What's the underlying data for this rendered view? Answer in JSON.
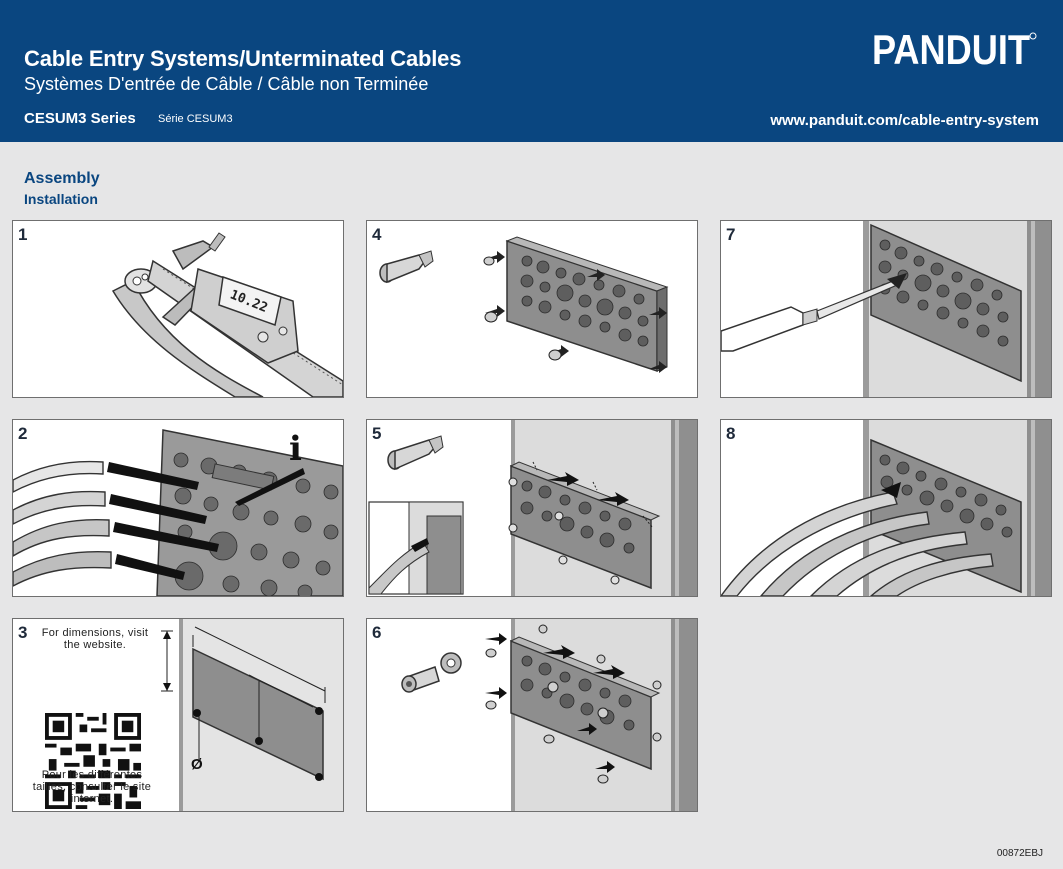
{
  "header": {
    "title_en": "Cable Entry Systems/Unterminated Cables",
    "title_fr": "Systèmes D'entrée de Câble / Câble non Terminée",
    "series_en": "CESUM3 Series",
    "series_fr": "Série CESUM3",
    "website": "www.panduit.com/cable-entry-system",
    "logo_text": "PANDUIT"
  },
  "section": {
    "title_en": "Assembly",
    "title_fr": "Installation"
  },
  "steps": [
    {
      "number": "1",
      "caliper_reading": "10.22"
    },
    {
      "number": "2",
      "info_icon": "i"
    },
    {
      "number": "3",
      "note_en": "For dimensions, visit the website.",
      "note_fr": "Pour les différentes tailles, consulter le site internet.",
      "diameter_symbol": "Ø"
    },
    {
      "number": "4"
    },
    {
      "number": "5"
    },
    {
      "number": "6"
    },
    {
      "number": "7"
    },
    {
      "number": "8"
    }
  ],
  "footer": {
    "doc_code": "00872EBJ"
  },
  "colors": {
    "header_bg": "#0a4680",
    "page_bg": "#e6e6e7",
    "heading_blue": "#0a4680"
  }
}
